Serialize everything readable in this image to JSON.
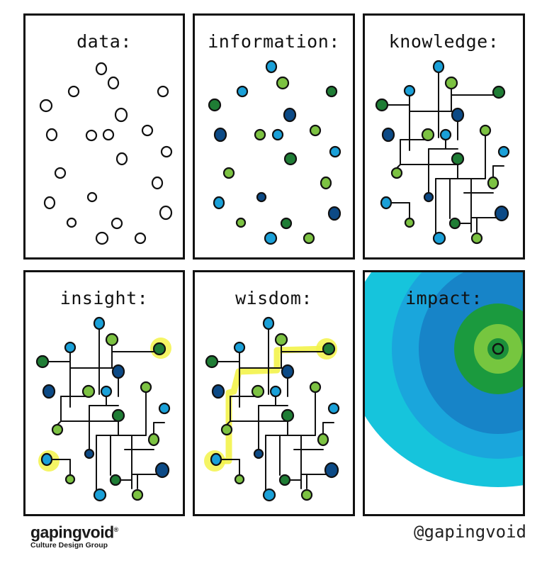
{
  "panels": [
    {
      "title": "data:"
    },
    {
      "title": "information:"
    },
    {
      "title": "knowledge:"
    },
    {
      "title": "insight:"
    },
    {
      "title": "wisdom:"
    },
    {
      "title": "impact:"
    }
  ],
  "colors": {
    "dark_green": "#1f7d35",
    "navy": "#0c4a86",
    "green": "#7cc242",
    "sky": "#1aa0d8",
    "highlight": "#f3f34a",
    "impact_rings": [
      "#16c4dc",
      "#1aa6dc",
      "#1784c8",
      "#1b9a3e",
      "#76c63f",
      "#1b8f3a"
    ]
  },
  "footer": {
    "brand_name": "gapingvoid",
    "brand_mark": "®",
    "brand_tagline": "Culture Design Group",
    "handle": "@gapingvoid"
  }
}
